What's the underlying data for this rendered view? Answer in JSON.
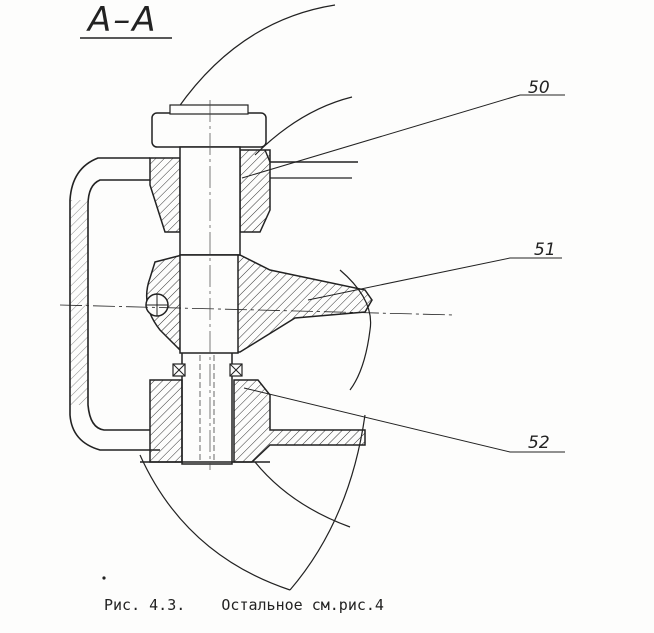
{
  "section_label": "А–А",
  "callouts": [
    {
      "id": "50",
      "text": "50"
    },
    {
      "id": "51",
      "text": "51"
    },
    {
      "id": "52",
      "text": "52"
    }
  ],
  "caption": {
    "figure": "Рис. 4.3.",
    "note": "Остальное см.рис.4"
  }
}
